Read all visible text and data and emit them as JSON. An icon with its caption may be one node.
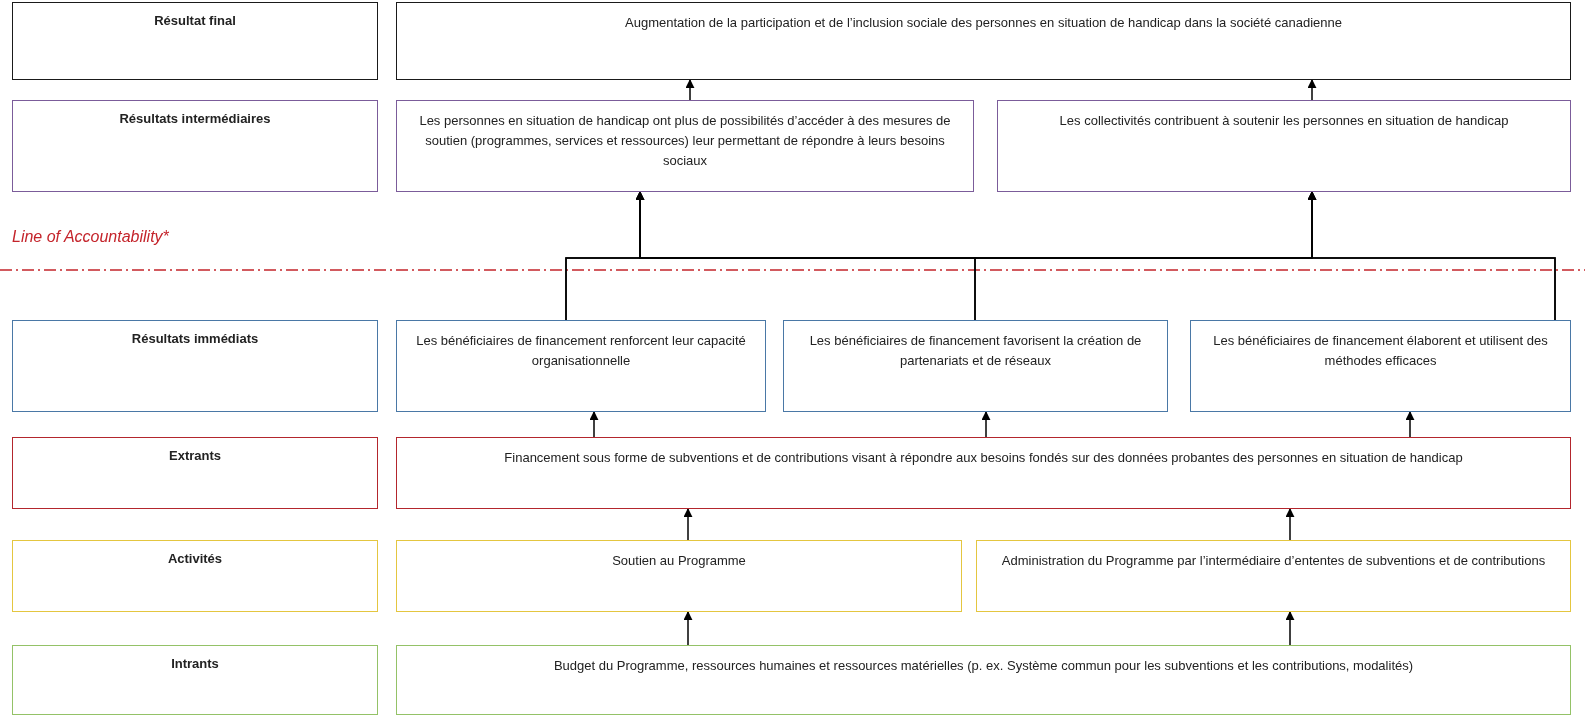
{
  "diagram": {
    "nodes": [
      {
        "text": [
          "Résultat final"
        ]
      },
      {
        "text": [
          "Augmentation de la participation et de l’inclusion sociale des personnes en situation de handicap dans la société canadienne"
        ]
      },
      {
        "text": [
          "Résultats intermédiaires"
        ]
      },
      {
        "text": [
          "Les personnes en situation de handicap ont plus de possibilités d’accéder à des mesures de soutien (programmes, services et ressources) leur permettant de répondre à leurs besoins sociaux"
        ]
      },
      {
        "text": [
          "Les collectivités contribuent à soutenir les personnes en situation de handicap"
        ]
      },
      {
        "text": [
          "Résultats immédiats"
        ]
      },
      {
        "text": [
          "Les bénéficiaires de financement renforcent leur capacité organisationnelle"
        ]
      },
      {
        "text": [
          "Les bénéficiaires de financement favorisent la création de partenariats et de réseaux"
        ]
      },
      {
        "text": [
          "Les bénéficiaires de financement élaborent et utilisent des méthodes efficaces"
        ]
      },
      {
        "text": [
          "Extrants"
        ]
      },
      {
        "text": [
          "Financement sous forme de subventions et de contributions visant à répondre aux besoins fondés sur des données probantes des personnes en situation de handicap"
        ]
      },
      {
        "text": [
          "Activités"
        ]
      },
      {
        "text": [
          "Soutien au Programme"
        ]
      },
      {
        "text": [
          "Administration du Programme par l’intermédiaire d’ententes de subventions et de contributions"
        ]
      },
      {
        "text": [
          "Intrants"
        ]
      },
      {
        "text": [
          "Budget du Programme, ressources humaines et ressources matérielles (p. ex. Système commun pour les subventions et les contributions, modalités)"
        ]
      }
    ],
    "edges": [
      {
        "from": 3,
        "to": 1,
        "arrow": "to"
      },
      {
        "from": 4,
        "to": 1,
        "arrow": "to"
      },
      {
        "from": 6,
        "to": 3,
        "arrow": "to"
      },
      {
        "from": 6,
        "to": 4,
        "arrow": "to"
      },
      {
        "from": 7,
        "to": 3,
        "arrow": "to"
      },
      {
        "from": 7,
        "to": 4,
        "arrow": "to"
      },
      {
        "from": 8,
        "to": 3,
        "arrow": "to"
      },
      {
        "from": 8,
        "to": 4,
        "arrow": "to"
      },
      {
        "from": 10,
        "to": 6,
        "arrow": "to"
      },
      {
        "from": 10,
        "to": 7,
        "arrow": "to"
      },
      {
        "from": 10,
        "to": 8,
        "arrow": "to"
      },
      {
        "from": 12,
        "to": 10,
        "arrow": "to"
      },
      {
        "from": 13,
        "to": 10,
        "arrow": "to"
      },
      {
        "from": 15,
        "to": 12,
        "arrow": "to"
      },
      {
        "from": 15,
        "to": 13,
        "arrow": "to"
      }
    ],
    "labels": [
      "Line of Accountability*"
    ]
  }
}
